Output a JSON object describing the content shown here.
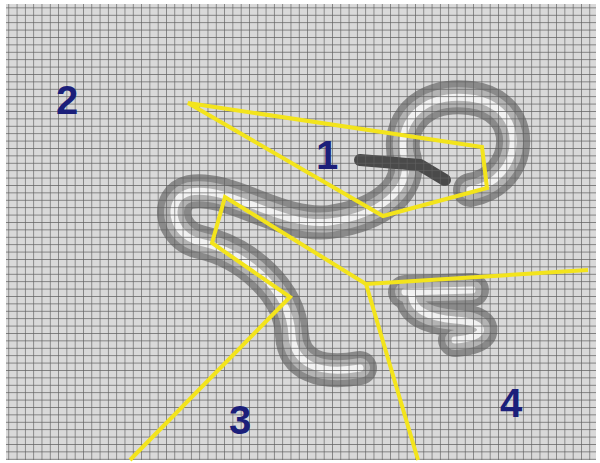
{
  "diagram": {
    "nodes": [
      {
        "text": [
          "1"
        ]
      }
    ],
    "labels": [
      "2",
      "3",
      "4"
    ]
  }
}
